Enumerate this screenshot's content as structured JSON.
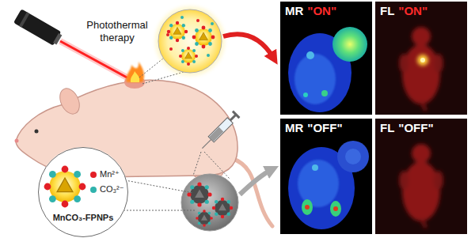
{
  "diagram": {
    "nodes": [
      {
        "text": [
          "MR",
          "\"ON\""
        ]
      },
      {
        "text": [
          "FL",
          "\"ON\""
        ]
      },
      {
        "text": [
          "MR",
          "\"OFF\""
        ]
      },
      {
        "text": [
          "FL",
          "\"OFF\""
        ]
      },
      {
        "text": [
          "MnCO₃-FPNPs"
        ]
      }
    ],
    "labels": [
      "Photothermal therapy"
    ],
    "legend": [
      {
        "text": "Mn²⁺",
        "color": "#e31f26"
      },
      {
        "text": "CO₃²⁻",
        "color": "#2fb3ad"
      }
    ]
  }
}
